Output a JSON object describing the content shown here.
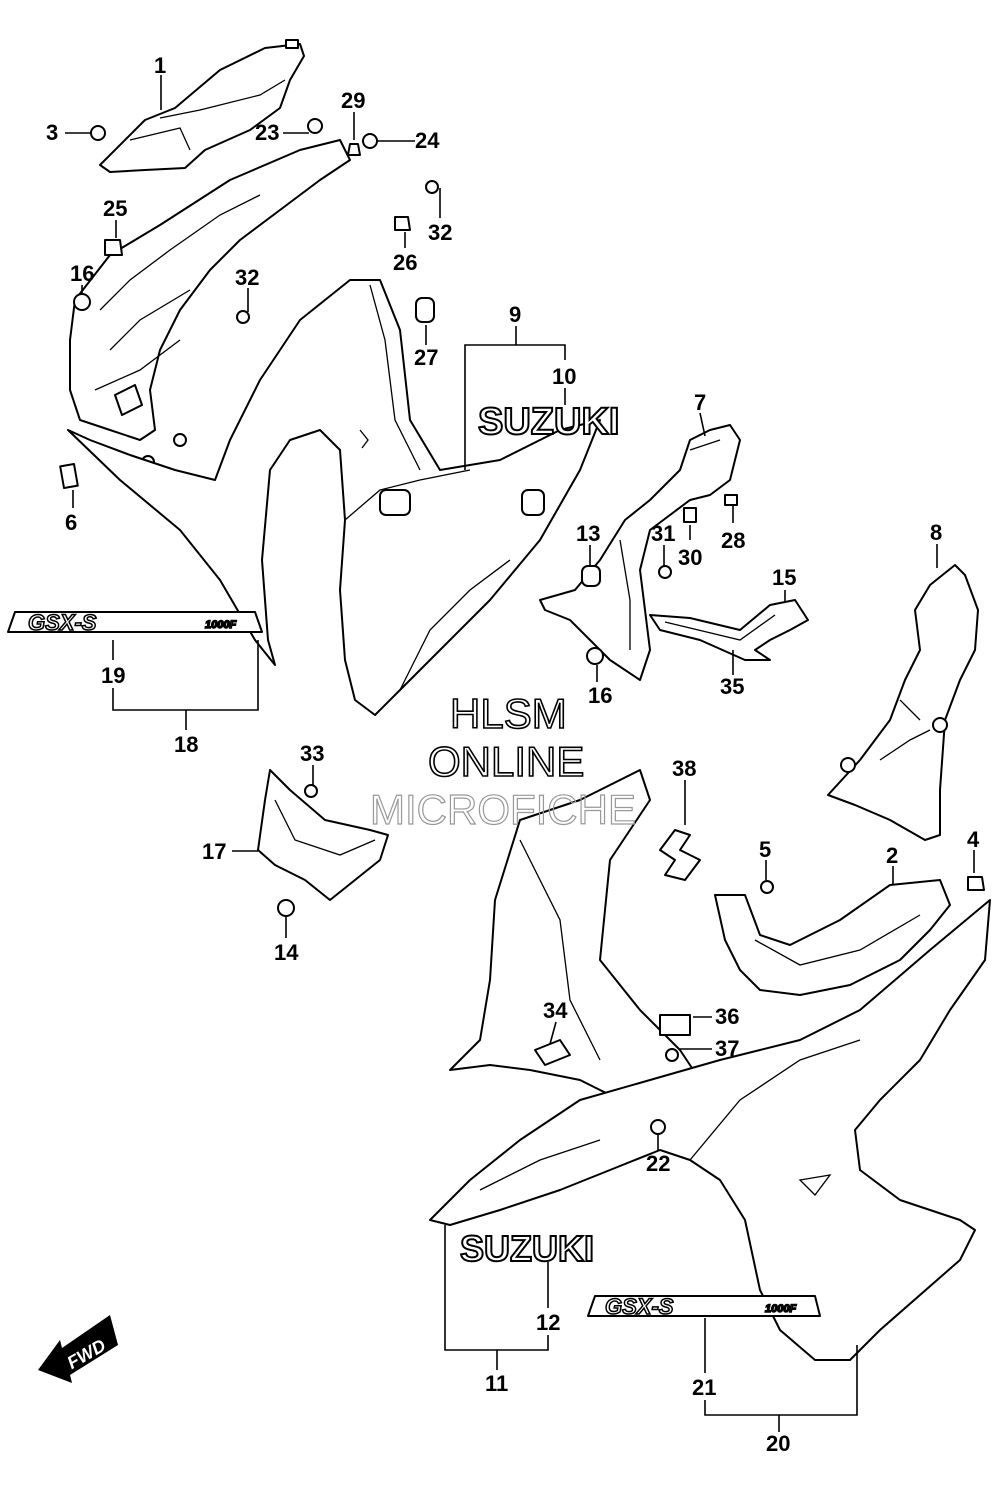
{
  "callouts": [
    "1",
    "2",
    "3",
    "4",
    "5",
    "6",
    "7",
    "8",
    "9",
    "10",
    "11",
    "12",
    "13",
    "14",
    "15",
    "16",
    "16",
    "17",
    "18",
    "19",
    "20",
    "21",
    "22",
    "23",
    "24",
    "25",
    "26",
    "27",
    "28",
    "29",
    "30",
    "31",
    "32",
    "32",
    "33",
    "34",
    "35",
    "36",
    "37",
    "38"
  ],
  "decals": {
    "suzuki_top": "SUZUKI",
    "suzuki_bottom": "SUZUKI",
    "model_left": "GSX-S",
    "model_left_sub": "1000F",
    "model_right": "GSX-S",
    "model_right_sub": "1000F"
  },
  "watermark": {
    "line1": "HLSM",
    "line2": "ONLINE",
    "line3": "MICROFICHE"
  },
  "fwd_label": "FWD"
}
